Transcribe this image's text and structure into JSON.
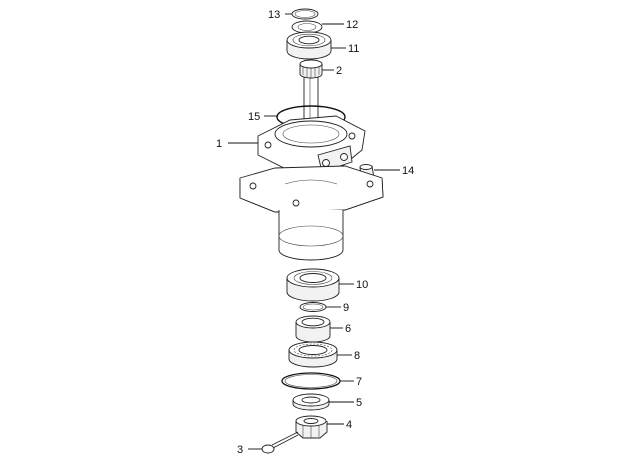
{
  "diagram": {
    "parts": [
      {
        "id": "p13",
        "label": "13"
      },
      {
        "id": "p12",
        "label": "12"
      },
      {
        "id": "p11",
        "label": "11"
      },
      {
        "id": "p2",
        "label": "2"
      },
      {
        "id": "p15",
        "label": "15"
      },
      {
        "id": "p1",
        "label": "1"
      },
      {
        "id": "p14",
        "label": "14"
      },
      {
        "id": "p10",
        "label": "10"
      },
      {
        "id": "p9",
        "label": "9"
      },
      {
        "id": "p6",
        "label": "6"
      },
      {
        "id": "p8",
        "label": "8"
      },
      {
        "id": "p7",
        "label": "7"
      },
      {
        "id": "p5",
        "label": "5"
      },
      {
        "id": "p4",
        "label": "4"
      },
      {
        "id": "p3",
        "label": "3"
      }
    ]
  }
}
